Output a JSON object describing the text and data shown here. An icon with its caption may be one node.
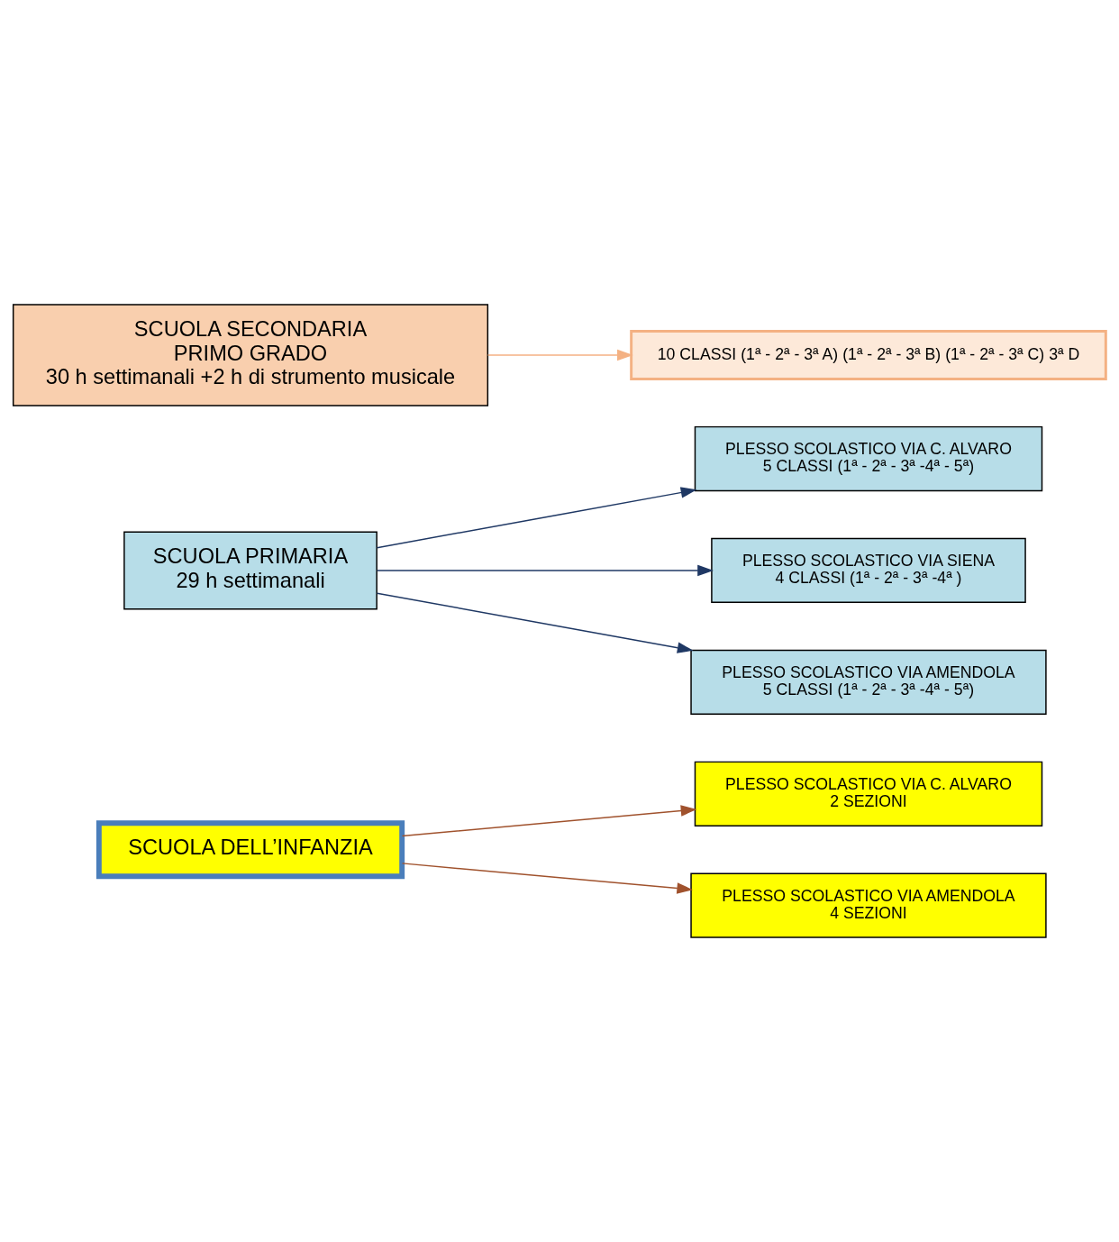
{
  "diagram": {
    "nodes": [
      {
        "text": [
          "SCUOLA DELL’INFANZIA"
        ]
      },
      {
        "text": [
          "PLESSO SCOLASTICO VIA C. ALVARO",
          "2 SEZIONI"
        ]
      },
      {
        "text": [
          "PLESSO SCOLASTICO VIA AMENDOLA",
          "4 SEZIONI"
        ]
      },
      {
        "text": [
          "SCUOLA PRIMARIA",
          "29 h settimanali"
        ]
      },
      {
        "text": [
          "PLESSO SCOLASTICO VIA C. ALVARO",
          "5 CLASSI (1ª - 2ª - 3ª -4ª - 5ª)"
        ]
      },
      {
        "text": [
          "PLESSO SCOLASTICO VIA SIENA",
          "4 CLASSI (1ª - 2ª - 3ª -4ª )"
        ]
      },
      {
        "text": [
          "PLESSO SCOLASTICO VIA AMENDOLA",
          "5 CLASSI (1ª - 2ª - 3ª -4ª - 5ª)"
        ]
      },
      {
        "text": [
          "SCUOLA SECONDARIA",
          "PRIMO GRADO",
          "30 h settimanali +2 h di strumento musicale"
        ]
      },
      {
        "text": [
          "10 CLASSI (1ª - 2ª - 3ª A) (1ª - 2ª - 3ª B) (1ª - 2ª - 3ª C) 3ª D"
        ]
      }
    ],
    "edges": [
      {
        "from": 0,
        "to": 1,
        "arrow": "to",
        "color": "#a0522d"
      },
      {
        "from": 0,
        "to": 2,
        "arrow": "to",
        "color": "#a0522d"
      },
      {
        "from": 3,
        "to": 4,
        "arrow": "to",
        "color": "#1f3864"
      },
      {
        "from": 3,
        "to": 5,
        "arrow": "to",
        "color": "#1f3864"
      },
      {
        "from": 3,
        "to": 6,
        "arrow": "to",
        "color": "#1f3864"
      },
      {
        "from": 7,
        "to": 8,
        "arrow": "to",
        "color": "#f4b183"
      }
    ]
  }
}
